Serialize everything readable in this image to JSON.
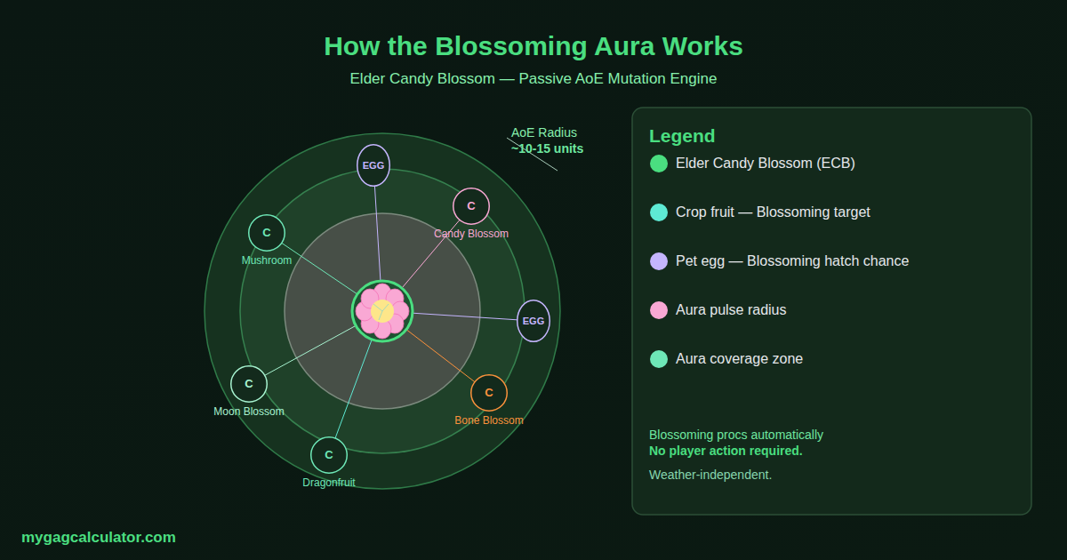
{
  "diagram": {
    "title": "How the Blossoming Aura Works",
    "nodes": [
      {
        "text": [
          "EGG"
        ]
      },
      {
        "text": [
          "C",
          "Candy Blossom"
        ]
      },
      {
        "text": [
          "C",
          "Mushroom"
        ]
      },
      {
        "text": [
          "EGG"
        ]
      },
      {
        "text": [
          "C",
          "Moon Blossom"
        ]
      },
      {
        "text": [
          "C",
          "Bone Blossom"
        ]
      },
      {
        "text": [
          "C",
          "Dragonfruit"
        ]
      }
    ],
    "labels": [
      "Elder Candy Blossom — Passive AoE Mutation Engine",
      "AoE Radius",
      "~10-15 units",
      "Legend",
      "Blossoming procs automatically",
      "No player action required.",
      "Weather-independent.",
      "mygagcalculator.com"
    ],
    "legend": [
      {
        "text": "Elder Candy Blossom (ECB)",
        "color": "#4ade80"
      },
      {
        "text": "Crop fruit — Blossoming target",
        "color": "#5eead4"
      },
      {
        "text": "Pet egg — Blossoming hatch chance",
        "color": "#c4b5fd"
      },
      {
        "text": "Aura pulse radius",
        "color": "#f9a8d4"
      },
      {
        "text": "Aura coverage zone",
        "color": "#6ee7b7"
      }
    ]
  }
}
